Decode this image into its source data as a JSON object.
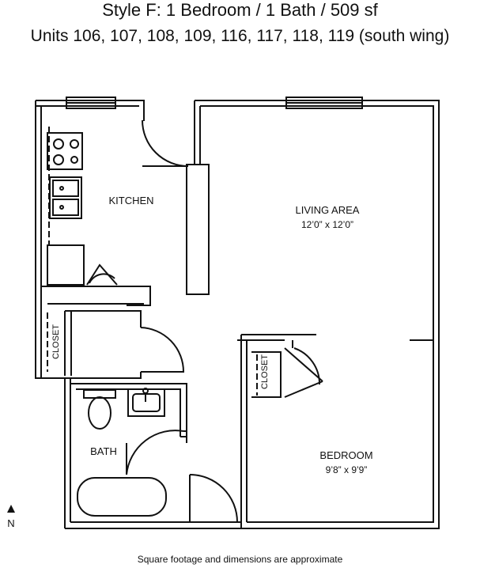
{
  "header": {
    "title": "Style F:  1 Bedroom / 1 Bath / 509 sf",
    "units": "Units 106, 107, 108, 109, 116, 117, 118, 119 (south wing)"
  },
  "rooms": {
    "kitchen": "KITCHEN",
    "living": "LIVING AREA",
    "living_dim": "12’0” x 12’0”",
    "bedroom": "BEDROOM",
    "bedroom_dim": "9’8” x 9’9”",
    "bath": "BATH",
    "closet_1": "CLOSET",
    "closet_2": "CLOSET"
  },
  "compass": {
    "label": "N"
  },
  "footer": {
    "note": "Square footage and dimensions are approximate"
  }
}
